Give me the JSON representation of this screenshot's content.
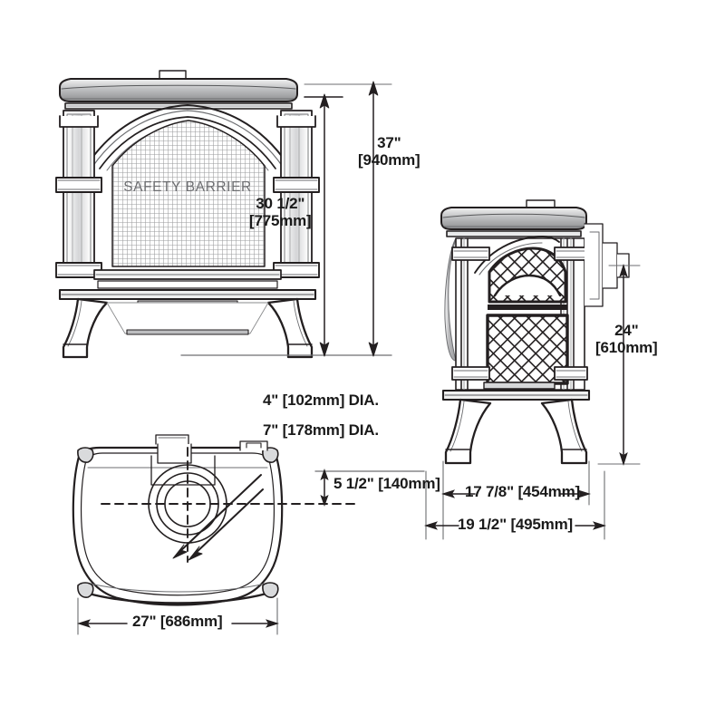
{
  "document": {
    "type": "technical-dimensional-drawing",
    "subject": "cast iron stove",
    "views": [
      "front elevation",
      "side elevation",
      "top plan"
    ]
  },
  "front_view": {
    "screen_label": "SAFETY BARRIER"
  },
  "dimensions": {
    "overall_height": {
      "imperial": "37\"",
      "metric": "[940mm]"
    },
    "body_height": {
      "imperial": "30 1/2\"",
      "metric": "[775mm]"
    },
    "flue_outer_dia": {
      "text": "4\" [102mm] DIA."
    },
    "flue_collar_dia": {
      "text": "7\" [178mm] DIA."
    },
    "flue_offset": {
      "text": "5 1/2\" [140mm]"
    },
    "flue_center_height": {
      "imperial": "24\"",
      "metric": "[610mm]"
    },
    "depth_body": {
      "text": "17 7/8\" [454mm]"
    },
    "depth_overall": {
      "text": "19 1/2\" [495mm]"
    },
    "width": {
      "text": "27\" [686mm]"
    }
  },
  "colors": {
    "line": "#231f20",
    "line_light": "#6d6e71",
    "shade": "#a7a9ac",
    "mesh": "#8c8d8f",
    "text": "#1a1a1a"
  }
}
